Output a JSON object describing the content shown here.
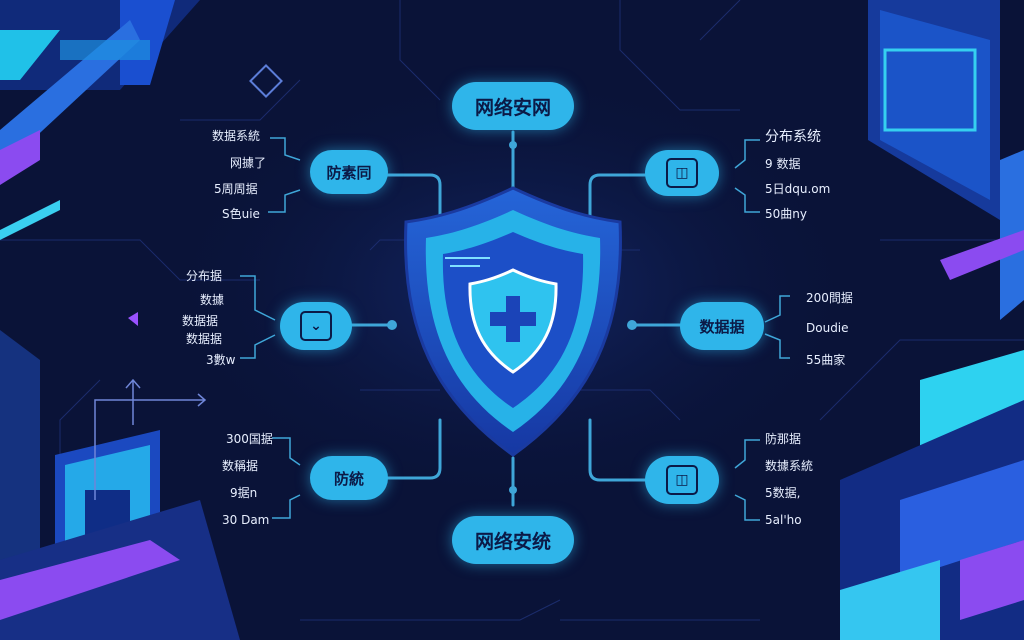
{
  "colors": {
    "background": "#0a1338",
    "accent_cyan": "#2fb5ea",
    "shield_blue": "#1b44b8",
    "purple": "#7b3ff2",
    "line": "#3fa6d8"
  },
  "hub": {
    "top_label": "网络安网",
    "bottom_label": "网络安统",
    "shield_icon": "shield-plus-icon"
  },
  "nodes": {
    "left_top": {
      "label": "防素同"
    },
    "left_mid": {
      "icon": "chevron-down-icon"
    },
    "left_bottom": {
      "label": "防統"
    },
    "right_top": {
      "icon": "document-icon"
    },
    "right_mid": {
      "label": "数据据"
    },
    "right_bottom": {
      "icon": "server-icon"
    }
  },
  "annotations": {
    "left_top": [
      "数据系統",
      "网據了",
      "5周周据",
      "S色uie"
    ],
    "left_mid": [
      "分布据",
      "数據",
      "数据据",
      "数据据",
      "3數w"
    ],
    "left_bottom": [
      "300国据",
      "数稱据",
      "9据n",
      "30 Dam"
    ],
    "right_top": [
      "分布系统",
      "9 数据",
      "5日dqu.om",
      "50曲ny"
    ],
    "right_mid": [
      "200問据",
      "Doudie",
      "55曲家"
    ],
    "right_bottom": [
      "防那据",
      "数據系統",
      "5数据,",
      "5al'ho"
    ]
  }
}
